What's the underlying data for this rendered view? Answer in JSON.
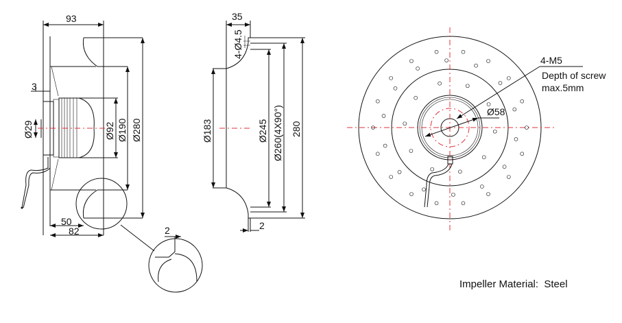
{
  "side_view": {
    "dim_width": "93",
    "dim_plate": "3",
    "dim_shaft": "Ø29",
    "dim_motor": "Ø92",
    "dim_inner": "Ø190",
    "dim_outer": "Ø280",
    "dim_50": "50",
    "dim_82": "82",
    "detail_gap": "2"
  },
  "inlet_view": {
    "dim_depth": "35",
    "dim_holes": "4-Ø4.5",
    "dim_throat": "Ø183",
    "dim_245": "Ø245",
    "dim_260": "Ø260(4X90°)",
    "dim_280": "280",
    "dim_flange": "2"
  },
  "front_view": {
    "screw_label": "4-M5",
    "screw_note_1": "Depth of screw",
    "screw_note_2": "max.5mm",
    "dim_hub": "Ø58"
  },
  "material_note": "Impeller Material:  Steel",
  "colors": {
    "line": "#111111",
    "centerline": "#e0303a"
  }
}
